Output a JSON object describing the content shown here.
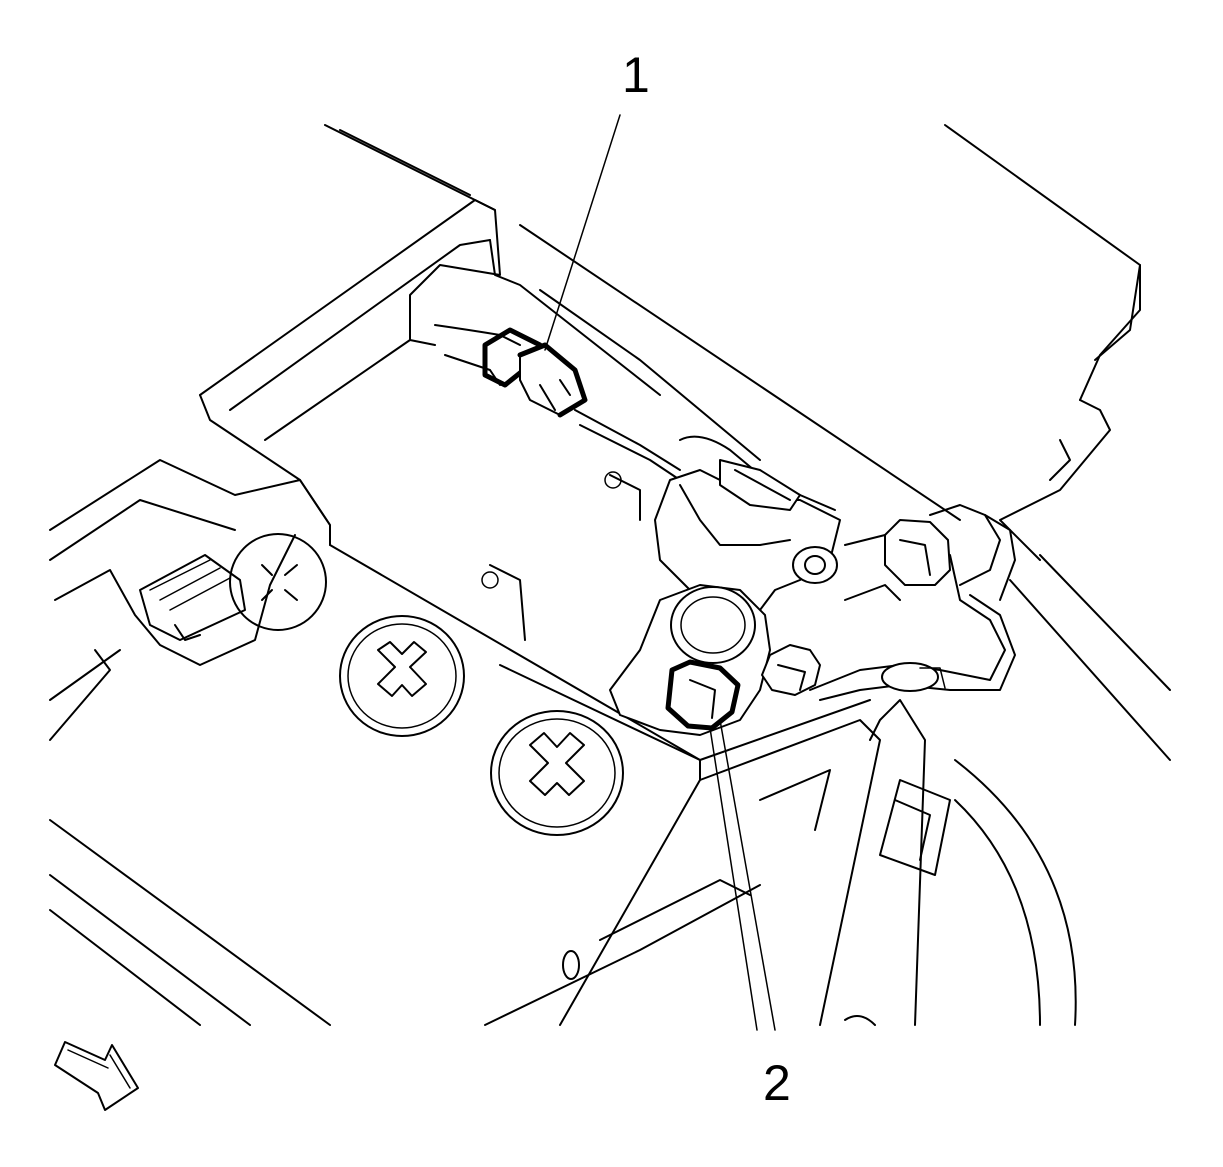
{
  "callouts": [
    {
      "id": "1",
      "label": "1"
    },
    {
      "id": "2",
      "label": "2"
    }
  ],
  "icons": {
    "direction": "front-direction-arrow-icon"
  }
}
